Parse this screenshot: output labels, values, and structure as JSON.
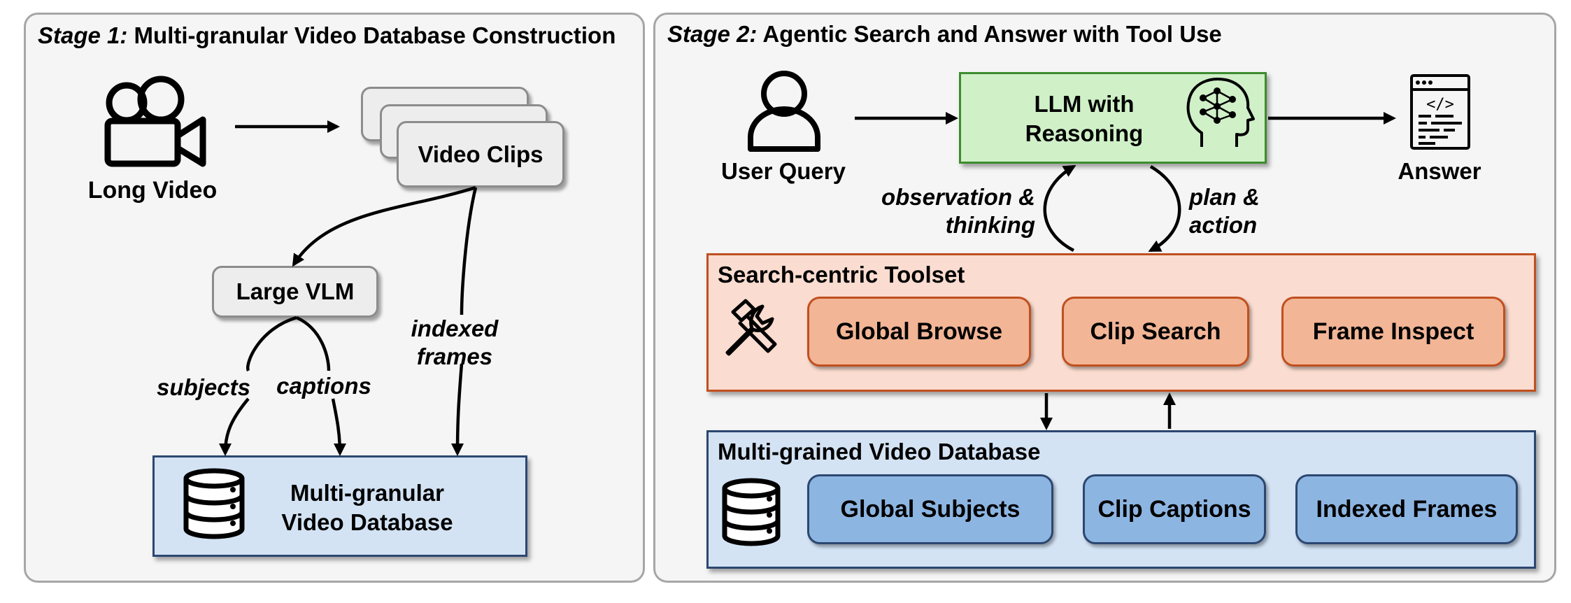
{
  "stage1": {
    "title_prefix": "Stage 1:",
    "title_rest": " Multi-granular Video Database Construction",
    "long_video_label": "Long Video",
    "video_clips_label": "Video Clips",
    "large_vlm_label": "Large VLM",
    "edge_subjects": "subjects",
    "edge_captions": "captions",
    "edge_indexed_frames_line1": "indexed",
    "edge_indexed_frames_line2": "frames",
    "database_line1": "Multi-granular",
    "database_line2": "Video Database"
  },
  "stage2": {
    "title_prefix": "Stage 2:",
    "title_rest": " Agentic Search and Answer with Tool Use",
    "user_query_label": "User Query",
    "llm_line1": "LLM with",
    "llm_line2": "Reasoning",
    "answer_label": "Answer",
    "edge_observation_line1": "observation &",
    "edge_observation_line2": "thinking",
    "edge_plan_line1": "plan &",
    "edge_plan_line2": "action",
    "toolset": {
      "title": "Search-centric Toolset",
      "tools": [
        "Global Browse",
        "Clip Search",
        "Frame Inspect"
      ]
    },
    "database": {
      "title": "Multi-grained Video Database",
      "items": [
        "Global Subjects",
        "Clip Captions",
        "Indexed Frames"
      ]
    }
  },
  "colors": {
    "panel_bg": "#f5f5f5",
    "panel_border": "#a6a6a6",
    "llm_fill": "#d0f0c8",
    "llm_border": "#3c8c2e",
    "toolset_fill": "#fadcd0",
    "toolset_border": "#c0501f",
    "tool_fill": "#f2b596",
    "database_fill": "#d3e3f4",
    "database_border": "#2c4770",
    "database_item_fill": "#8db5e2"
  }
}
